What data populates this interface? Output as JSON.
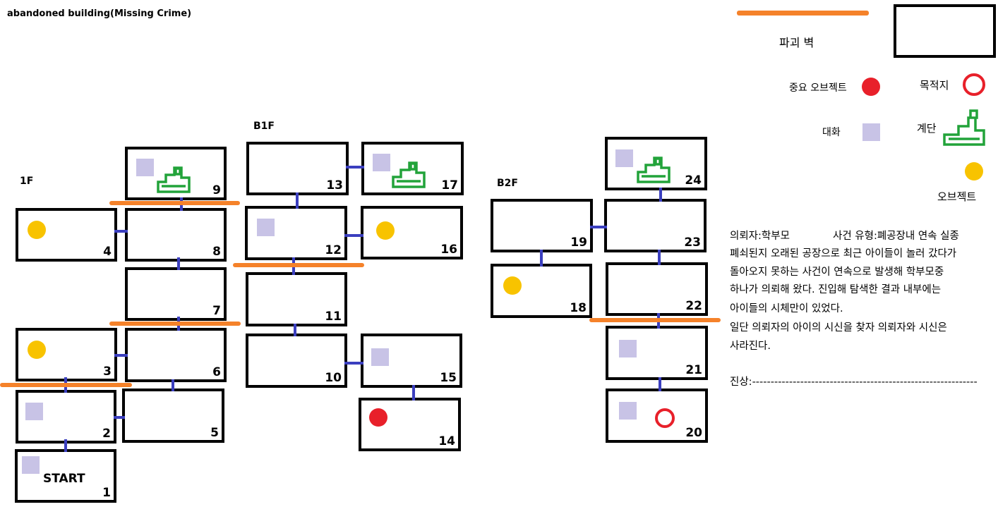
{
  "title": "abandoned building(Missing Crime)",
  "floors": {
    "f1": "1F",
    "b1": "B1F",
    "b2": "B2F"
  },
  "rooms": {
    "r1": "1",
    "r2": "2",
    "r3": "3",
    "r4": "4",
    "r5": "5",
    "r6": "6",
    "r7": "7",
    "r8": "8",
    "r9": "9",
    "r10": "10",
    "r11": "11",
    "r12": "12",
    "r13": "13",
    "r14": "14",
    "r15": "15",
    "r16": "16",
    "r17": "17",
    "r18": "18",
    "r19": "19",
    "r20": "20",
    "r21": "21",
    "r22": "22",
    "r23": "23",
    "r24": "24"
  },
  "start_label": "START",
  "legend": {
    "destroy_wall": "파괴 벽",
    "key_object": "중요 오브젝트",
    "destination": "목적지",
    "dialogue": "대화",
    "stairs": "계단",
    "object": "오브젝트"
  },
  "colors": {
    "wall": "#f5822a",
    "connector": "#3b3fbf",
    "dialogue": "#c8c3e6",
    "object": "#f8c300",
    "key_object": "#e8202a",
    "stairs": "#22a33a"
  },
  "notes": {
    "client": "의뢰자:학부모",
    "case_type": "사건 유형:폐공장내 연속 실종",
    "line1": "폐쇠된지 오래된 공장으로 최근 아이들이 놀러 갔다가",
    "line2": "돌아오지 못하는 사건이 연속으로 발생해 학부모중",
    "line3": "하나가 의뢰해 왔다. 진입해 탐색한 결과 내부에는",
    "line4": "아이들의 시체만이 있었다.",
    "line5": "일단 의뢰자의 아이의 시신을 찾자 의뢰자와 시신은",
    "line6": "사라진다.",
    "truth": "진상:-------------------------------------------------------------"
  }
}
